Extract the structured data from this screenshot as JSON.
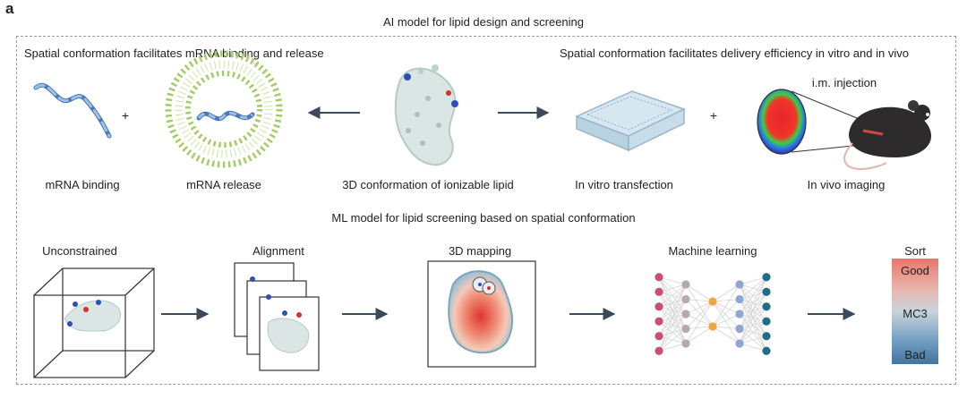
{
  "panel_letter": "a",
  "title": "AI model for lipid design and screening",
  "top_left_heading": "Spatial conformation facilitates mRNA binding and release",
  "top_right_heading": "Spatial conformation facilitates delivery efficiency in vitro and in vivo",
  "labels": {
    "mrna_binding": "mRNA binding",
    "mrna_release": "mRNA release",
    "conformation": "3D conformation of ionizable lipid",
    "in_vitro": "In vitro transfection",
    "injection": "i.m. injection",
    "in_vivo": "In vivo imaging",
    "plus": "+"
  },
  "ml_heading": "ML model for lipid screening based on spatial conformation",
  "steps": {
    "unconstrained": "Unconstrained",
    "alignment": "Alignment",
    "mapping": "3D mapping",
    "machine_learning": "Machine learning",
    "sort": "Sort"
  },
  "sort_scale": {
    "top": "Good",
    "middle": "MC3",
    "bottom": "Bad",
    "colors": [
      "#e8766c",
      "#e9b8b0",
      "#c9d3dc",
      "#7aa3c4",
      "#3f76a0"
    ]
  },
  "colors": {
    "arrow": "#3b4a5a",
    "helix": "#7fa8d8",
    "micelle": "#a6cc6a",
    "node_pink": "#c9506f",
    "node_gray": "#b8a9b0",
    "node_orange": "#f0a640",
    "node_blue": "#8fa6d4",
    "node_teal": "#1f6d86"
  }
}
